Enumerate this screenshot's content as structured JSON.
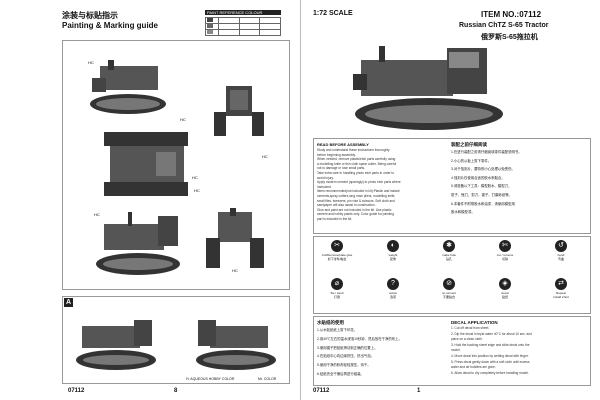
{
  "left_page": {
    "title_zh": "涂装与标贴指示",
    "title_en": "Painting & Marking guide",
    "table_header": "PAINT REFERENCE COLOUR",
    "callouts": [
      "HC",
      "HC",
      "HC",
      "HC",
      "HC",
      "HC",
      "HC"
    ],
    "section_label": "A",
    "paint_legend_left": "H: AQUEOUS HOBBY COLOR",
    "paint_legend_right": "Mr. COLOR",
    "footer_item": "07112",
    "footer_page": "8"
  },
  "right_page": {
    "scale": "1:72 SCALE",
    "item_no": "ITEM NO.:07112",
    "name_en": "Russian ChTZ S-65 Tractor",
    "name_zh": "俄罗斯S-65拖拉机",
    "assemble_title_en": "READ BEFORE ASSEMBLY",
    "assemble_text_en": [
      "Study and understand these instructions thoroughly",
      "before beginning assembly.",
      "When needed, remove plastic/etch parts carefully using",
      "a modelling knife or thin cloth spear cutter. Being careful",
      "not to damage or lose small parts.",
      "Take extra care in handling photo etch parts in order to",
      "avoid injury.",
      "Apply modern cement (sparingly) to photo etch parts where",
      "instructed.",
      "Items recommended(not included in kit):Plastic and instant",
      "cements,spray cutters,long nose pliers, modelling knife,",
      "small files, tweezers, pin vise & scissors. Soft cloth and",
      "sandpaper will also assist in construction.",
      "Glue and paint are not included in the kit. Use plastic",
      "cement and hobby paints only. Color guide for painting",
      "part is included in the kit."
    ],
    "assemble_title_zh": "装配之前仔细阅读",
    "assemble_text_zh": [
      "1.在进行装配之前请仔细阅读零件装配说明书。",
      "2.小心的从板上剪下零件。",
      "3.对于蚀刻片，要特别小心处理以免受伤。",
      "4.蚀刻片仅使用合适的胶水来黏合。",
      "5.请准备以下工具：模型胶水、模型刀、",
      "钳子、锉刀、剪刀、镊子、打磨砂纸等。",
      "6.本套件不附带胶水和油漆，请使用模型用",
      "胶水和模型漆。"
    ],
    "icons": [
      {
        "glyph": "✂",
        "label": "Cut/Remove/plate glue",
        "label_zh": "剪下零件/黏合"
      },
      {
        "glyph": "◐",
        "label": "weight",
        "label_zh": "配重"
      },
      {
        "glyph": "✱",
        "label": "make hole",
        "label_zh": "钻孔"
      },
      {
        "glyph": "✄",
        "label": "cut / remove",
        "label_zh": "切除"
      },
      {
        "glyph": "↺",
        "label": "bend",
        "label_zh": "弯曲"
      },
      {
        "glyph": "⌀",
        "label": "file / sand",
        "label_zh": "打磨"
      },
      {
        "glyph": "?",
        "label": "option",
        "label_zh": "选项"
      },
      {
        "glyph": "⊘",
        "label": "no cement",
        "label_zh": "不要粘合"
      },
      {
        "glyph": "◈",
        "label": "decal",
        "label_zh": "贴纸"
      },
      {
        "glyph": "⇄",
        "label": "Repeat",
        "label_zh": "Install 2 Ent"
      }
    ],
    "decal_title_zh": "水贴纸的使用",
    "decal_steps_zh": [
      "1.从水贴纸纸上剪下印花。",
      "2.用40℃左右的温水浸泡10秒钟，然后放在干净的布上。",
      "3.使用镊子把贴纸滑动到正确的位置上。",
      "4.在贴纸中心向边缘挤压，挤出气泡。",
      "5.使用干净的软布轻轻按压，待干。",
      "6.贴纸完全干燥后再进行组装。"
    ],
    "decal_title_en": "DECAL APPLICATION",
    "decal_steps_en": [
      "1. Cut off decal from sheet.",
      "2. Dip the decal in tepid water 40°C for about 10 sec. and",
      "   place on a clean cloth.",
      "3. Hold the backing sheet edge and slide decal onto the",
      "   model.",
      "4. Move decal into position by wetting decal with finger.",
      "5. Press decal gently down with a soft cloth until excess",
      "   water and air bubbles are gone.",
      "6. Allow decal to dry completely before handling model."
    ],
    "footer_item": "07112",
    "footer_page": "1"
  }
}
